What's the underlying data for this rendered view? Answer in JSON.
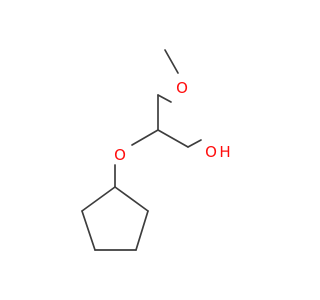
{
  "molecule": {
    "atoms": {
      "methoxy_oxygen": "O",
      "ether_oxygen": "O",
      "hydroxyl_oxygen": "O",
      "hydroxyl_hydrogen": "H"
    },
    "colors": {
      "bond": "#3d3d3d",
      "oxygen": "#ff0d0d"
    }
  }
}
